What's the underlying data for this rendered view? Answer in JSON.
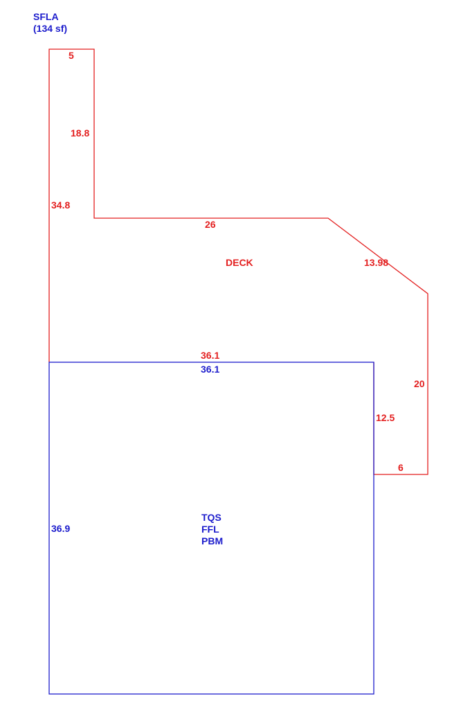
{
  "header": {
    "area_name": "SFLA",
    "area_size": "(134 sf)"
  },
  "colors": {
    "deck": "#e31f1f",
    "living": "#1c1ccc"
  },
  "deck": {
    "label": "DECK",
    "dims": {
      "top": "5",
      "inner_left": "18.8",
      "left": "34.8",
      "ledge": "26",
      "diagonal": "13.98",
      "right": "20",
      "bottom_step": "6",
      "inner_right": "12.5",
      "bottom": "36.1"
    }
  },
  "living": {
    "labels": [
      "TQS",
      "FFL",
      "PBM"
    ],
    "dims": {
      "top": "36.1",
      "left": "36.9"
    }
  }
}
